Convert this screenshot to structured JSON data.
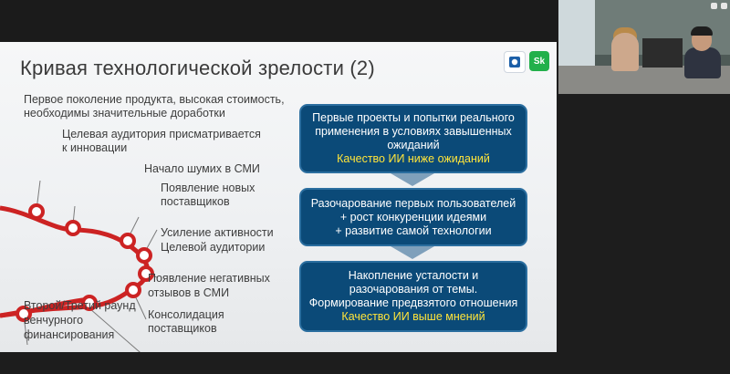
{
  "slide": {
    "title": "Кривая технологической зрелости (2)",
    "logos": [
      {
        "name": "partner-logo-icon",
        "text": ""
      },
      {
        "name": "skolkovo-logo-icon",
        "text": "Sk"
      }
    ],
    "curve_labels": [
      "Первое поколение продукта, высокая стоимость,",
      "необходимы значительные доработки",
      "Целевая аудитория присматривается",
      "к инновации",
      "Начало шумих в СМИ",
      "Появление новых",
      "поставщиков",
      "Усиление активности",
      "Целевой аудитории",
      "Появление негативных",
      "отзывов в СМИ",
      "Консолидация",
      "поставщиков",
      "Второй/Третий раунд",
      "венчурного",
      "финансирования"
    ],
    "stages": [
      {
        "lines": [
          "Первые проекты и попытки реального",
          "применения в условиях завышенных",
          "ожиданий"
        ],
        "highlight": "Качество ИИ ниже ожиданий"
      },
      {
        "lines": [
          "Разочарование первых пользователей",
          "+ рост конкуренции идеями",
          "+ развитие самой технологии"
        ],
        "highlight": ""
      },
      {
        "lines": [
          "Накопление усталости и",
          "разочарования от темы.",
          "Формирование предвзятого отношения"
        ],
        "highlight": "Качество ИИ выше мнений"
      }
    ]
  },
  "colors": {
    "curve": "#cc2323",
    "box_fill": "#0b4a78",
    "highlight": "#ffe43a"
  }
}
